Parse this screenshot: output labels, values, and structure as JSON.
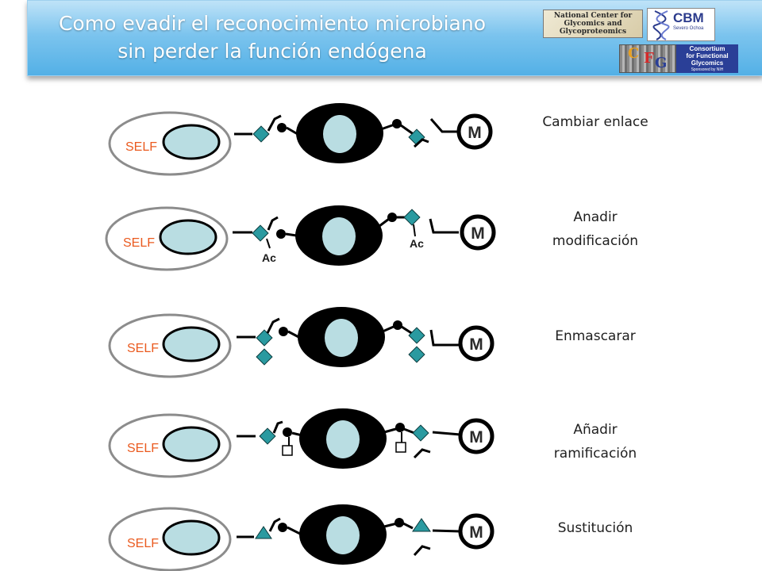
{
  "title": {
    "line1": "Como evadir el reconocimiento microbiano",
    "line2": "sin perder la función endógena"
  },
  "logos": {
    "ncfg": {
      "line1": "National Center for",
      "line2": "Glycomics and",
      "line3": "Glycoproteomics"
    },
    "cbm": {
      "name": "CBM",
      "subtitle": "Severo Ochoa"
    },
    "cfg": {
      "letter_c": "C",
      "letter_f": "F",
      "letter_g": "G",
      "line1": "Consortium",
      "line2": "for Functional",
      "line3": "Glycomics",
      "line4": "Sponsored by NIH"
    }
  },
  "rows": [
    {
      "self_label": "SELF",
      "m_label": "M",
      "label_lines": [
        "Cambiar enlace"
      ]
    },
    {
      "self_label": "SELF",
      "m_label": "M",
      "ac_left": "Ac",
      "ac_right": "Ac",
      "label_lines": [
        "Anadir",
        "modificación"
      ]
    },
    {
      "self_label": "SELF",
      "m_label": "M",
      "label_lines": [
        "Enmascarar"
      ]
    },
    {
      "self_label": "SELF",
      "m_label": "M",
      "label_lines": [
        "Añadir",
        "ramificación"
      ]
    },
    {
      "self_label": "SELF",
      "m_label": "M",
      "label_lines": [
        "Sustitución"
      ]
    }
  ],
  "colors": {
    "banner": "#53b0e6",
    "self_text": "#ea5a1f",
    "glycan_diamond": "#2a9aa0",
    "nucleus": "#b9dde2",
    "cell_body": "#000000",
    "self_cell_outline": "#8c8c8c"
  }
}
